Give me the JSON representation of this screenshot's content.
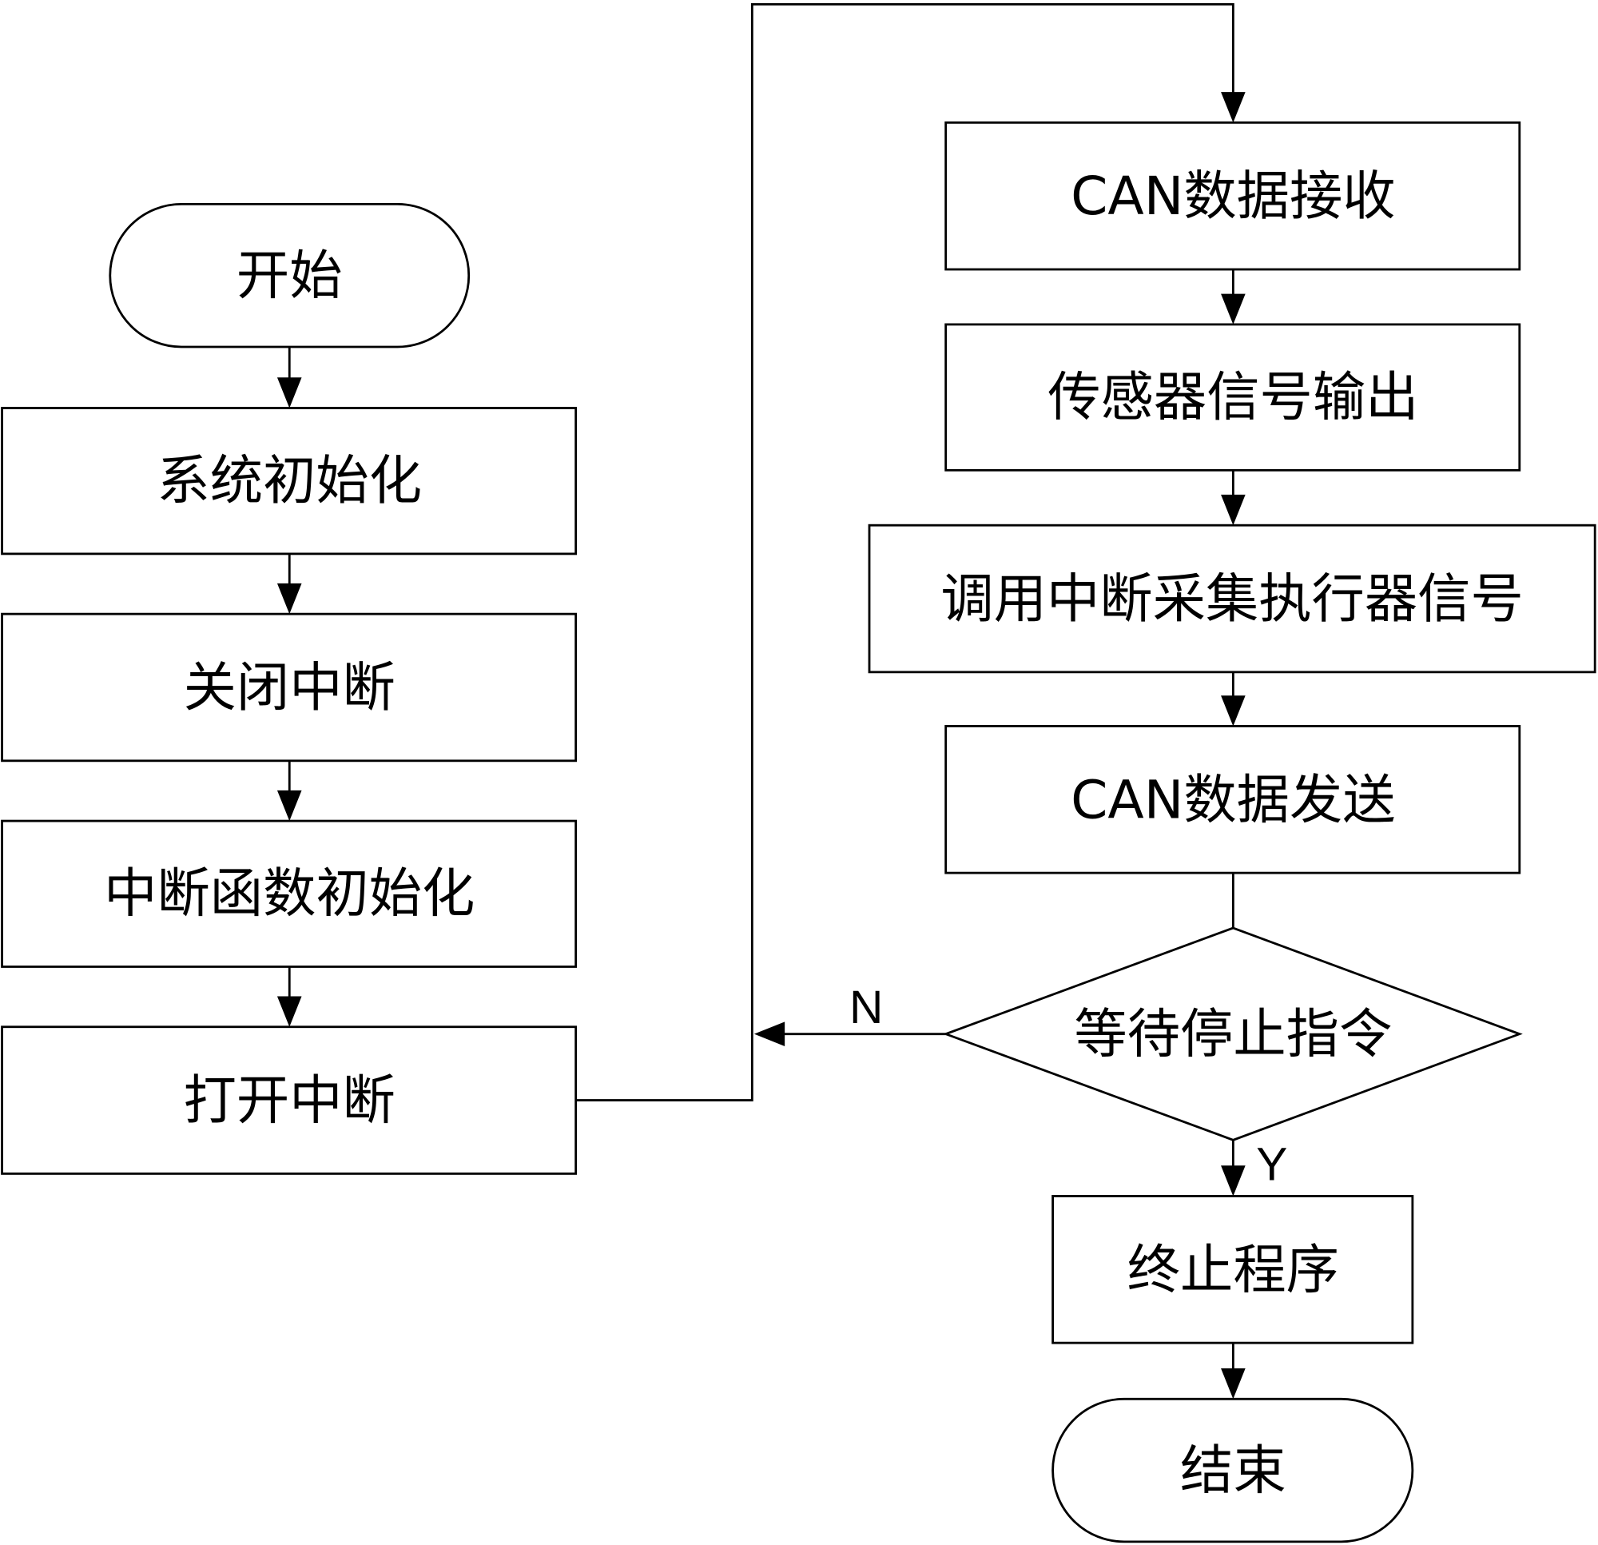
{
  "flowchart": {
    "nodes": {
      "start": {
        "label": "开始",
        "type": "terminal"
      },
      "system_init": {
        "label": "系统初始化",
        "type": "process"
      },
      "disable_interrupt": {
        "label": "关闭中断",
        "type": "process"
      },
      "interrupt_func_init": {
        "label": "中断函数初始化",
        "type": "process"
      },
      "enable_interrupt": {
        "label": "打开中断",
        "type": "process"
      },
      "can_receive": {
        "label": "CAN数据接收",
        "type": "process"
      },
      "sensor_output": {
        "label": "传感器信号输出",
        "type": "process"
      },
      "collect_actuator": {
        "label": "调用中断采集执行器信号",
        "type": "process"
      },
      "can_send": {
        "label": "CAN数据发送",
        "type": "process"
      },
      "wait_stop": {
        "label": "等待停止指令",
        "type": "decision"
      },
      "terminate": {
        "label": "终止程序",
        "type": "process"
      },
      "end": {
        "label": "结束",
        "type": "terminal"
      }
    },
    "branches": {
      "no": "N",
      "yes": "Y"
    },
    "edges": [
      [
        "start",
        "system_init"
      ],
      [
        "system_init",
        "disable_interrupt"
      ],
      [
        "disable_interrupt",
        "interrupt_func_init"
      ],
      [
        "interrupt_func_init",
        "enable_interrupt"
      ],
      [
        "enable_interrupt",
        "can_receive"
      ],
      [
        "can_receive",
        "sensor_output"
      ],
      [
        "sensor_output",
        "collect_actuator"
      ],
      [
        "collect_actuator",
        "can_send"
      ],
      [
        "can_send",
        "wait_stop"
      ],
      [
        "wait_stop",
        "can_receive",
        "N"
      ],
      [
        "wait_stop",
        "terminate",
        "Y"
      ],
      [
        "terminate",
        "end"
      ]
    ]
  }
}
